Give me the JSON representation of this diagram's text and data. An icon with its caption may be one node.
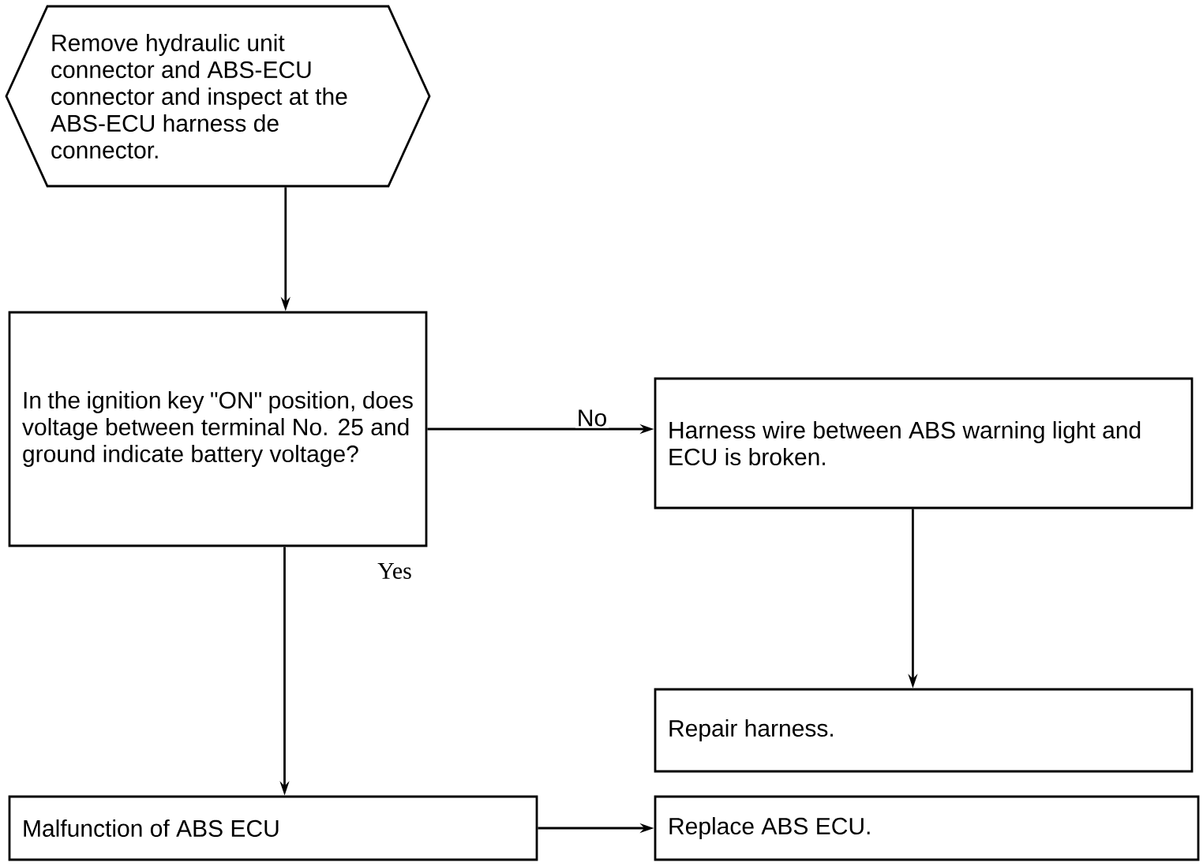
{
  "diagram": {
    "nodes": [
      {
        "text": [
          "Remove hydraulic unit connector and ABS-ECU connector and inspect at the ABS-ECU harness de connector."
        ]
      },
      {
        "text": [
          "In the ignition key \"ON\" position, does voltage between terminal No. 25 and ground indicate battery voltage?"
        ]
      },
      {
        "text": [
          "Harness wire between ABS warning light and ECU is broken."
        ]
      },
      {
        "text": [
          "Repair harness."
        ]
      },
      {
        "text": [
          "Malfunction of ABS ECU"
        ]
      },
      {
        "text": [
          "Replace ABS ECU."
        ]
      }
    ],
    "edges": [
      {
        "from": 0,
        "to": 1,
        "arrow": "to"
      },
      {
        "from": 1,
        "to": 2,
        "arrow": "to",
        "label": "No"
      },
      {
        "from": 2,
        "to": 3,
        "arrow": "to"
      },
      {
        "from": 1,
        "to": 4,
        "arrow": "to",
        "label": "Yes"
      },
      {
        "from": 4,
        "to": 5,
        "arrow": "to"
      }
    ]
  }
}
